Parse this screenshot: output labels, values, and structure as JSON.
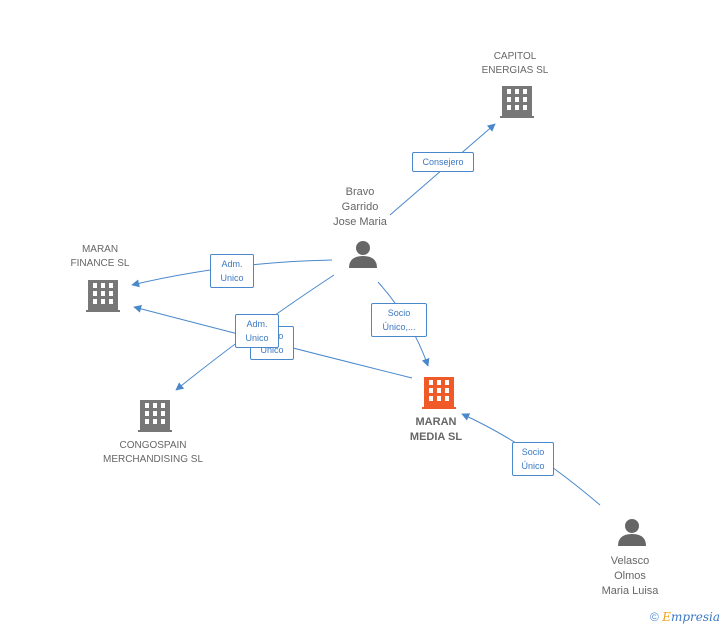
{
  "nodes": {
    "capitol": {
      "label": "CAPITOL\nENERGIAS SL",
      "type": "company",
      "color": "#777777"
    },
    "maran_finance": {
      "label": "MARAN\nFINANCE  SL",
      "type": "company",
      "color": "#777777"
    },
    "congospain": {
      "label": "CONGOSPAIN\nMERCHANDISING SL",
      "type": "company",
      "color": "#777777"
    },
    "maran_media": {
      "label": "MARAN\nMEDIA SL",
      "type": "company",
      "color": "#f05a28"
    },
    "bravo": {
      "label": "Bravo\nGarrido\nJose Maria",
      "type": "person",
      "color": "#666666"
    },
    "velasco": {
      "label": "Velasco\nOlmos\nMaria Luisa",
      "type": "person",
      "color": "#666666"
    }
  },
  "edges": {
    "consejero": "Consejero",
    "adm_unico_finance": "Adm.\nUnico",
    "socio_unico_media": "Socio\nÚnico,...",
    "adm_unico_congospain": "Adm.\nUnico",
    "socio_unico_hidden": "Socio\nÚnico",
    "socio_unico_velasco": "Socio\nÚnico"
  },
  "colors": {
    "edge": "#4a88cc",
    "edge_label_text": "#3b78c4"
  },
  "footer": {
    "copyright": "©",
    "brand_first": "E",
    "brand_rest": "mpresia"
  }
}
